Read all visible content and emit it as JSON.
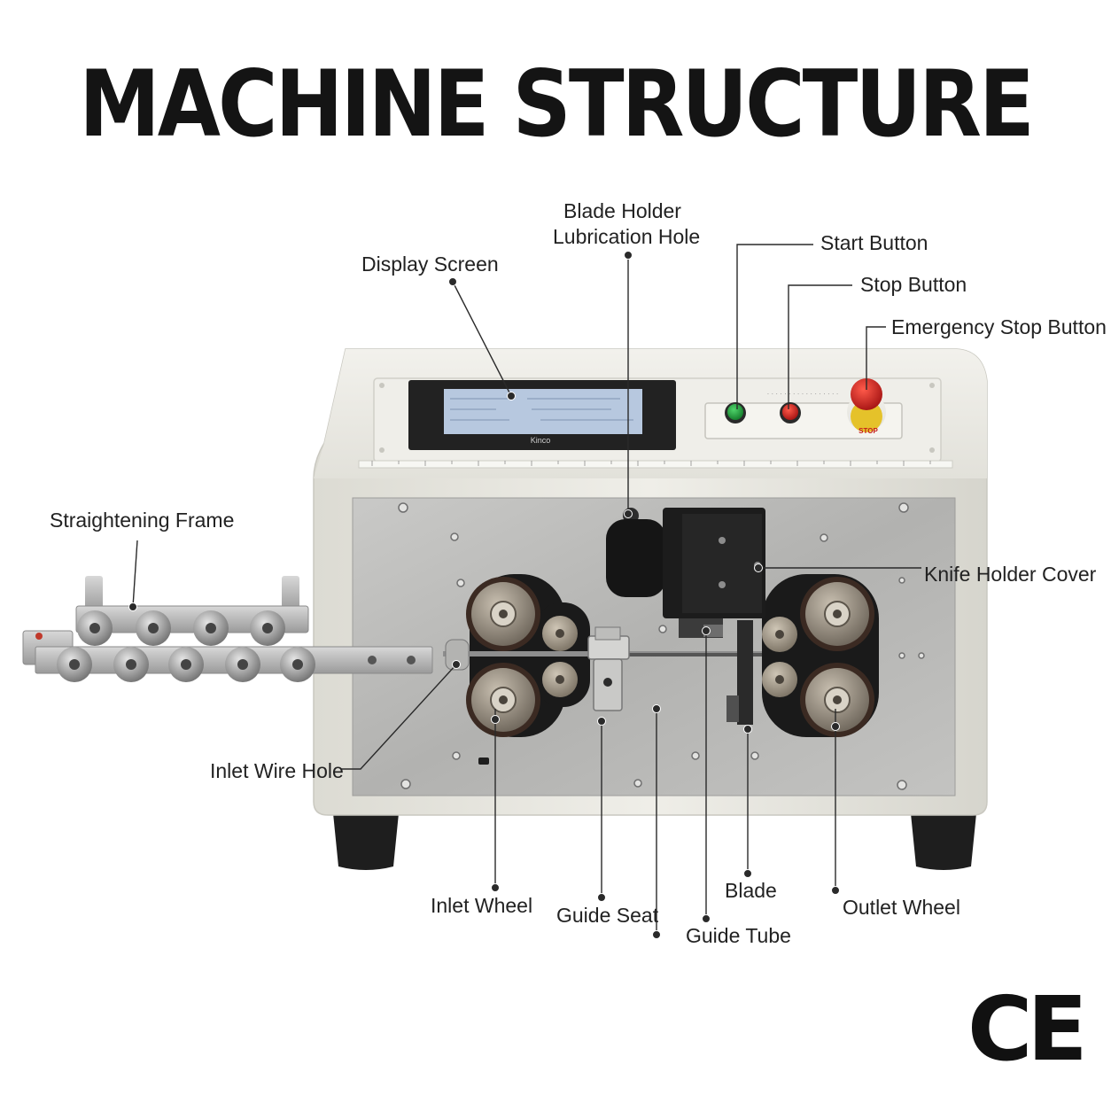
{
  "title": "MACHINE STRUCTURE",
  "labels": {
    "blade_holder_lubrication_hole_line1": "Blade Holder",
    "blade_holder_lubrication_hole_line2": "Lubrication Hole",
    "display_screen": "Display Screen",
    "start_button": "Start Button",
    "stop_button": "Stop Button",
    "emergency_stop_button": "Emergency Stop Button",
    "straightening_frame": "Straightening Frame",
    "knife_holder_cover": "Knife Holder Cover",
    "inlet_wire_hole": "Inlet Wire Hole",
    "inlet_wheel": "Inlet Wheel",
    "guide_seat": "Guide Seat",
    "blade": "Blade",
    "guide_tube": "Guide Tube",
    "outlet_wheel": "Outlet Wheel"
  },
  "machine": {
    "screen_brand": "Kinco",
    "stop_cap_text": "STOP"
  },
  "certification_mark": "CE",
  "colors": {
    "housing": "#e9e8e1",
    "steel_plate": "#b9b9b7",
    "start_green": "#1f9a3a",
    "stop_red": "#c51b1b",
    "emergency_yellow": "#e5c22a"
  }
}
